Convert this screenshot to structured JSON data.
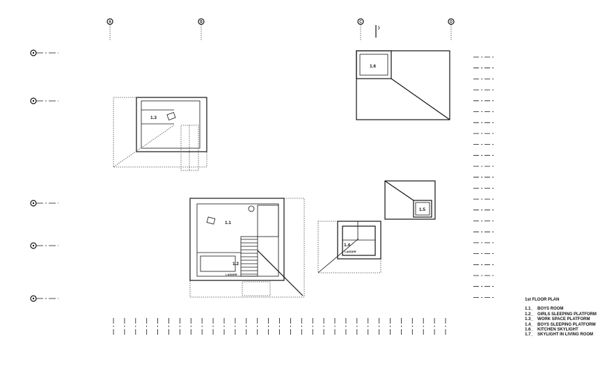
{
  "grid": {
    "columns": [
      "A",
      "B",
      "C",
      "D"
    ]
  },
  "rooms": {
    "r11": "1.1",
    "r12": "1.2",
    "r13": "1.3",
    "r14": "1.4",
    "r15": "1.5",
    "r16": "1.6",
    "ladder": "LADDER"
  },
  "legend": {
    "title": "1st FLOOR PLAN",
    "items": [
      {
        "num": "1.1_",
        "label": "BOYS ROOM"
      },
      {
        "num": "1.2_",
        "label": "GIRLS SLEEPING PLATFORM"
      },
      {
        "num": "1.3_",
        "label": "WORK SPACE PLATFORM"
      },
      {
        "num": "1.4_",
        "label": "BOYS SLEEPING PLATFORM"
      },
      {
        "num": "1.6_",
        "label": "KITCHEN SKYLIGHT"
      },
      {
        "num": "1.7_",
        "label": "SKYLIGHT IN LIVING ROOM"
      }
    ]
  }
}
